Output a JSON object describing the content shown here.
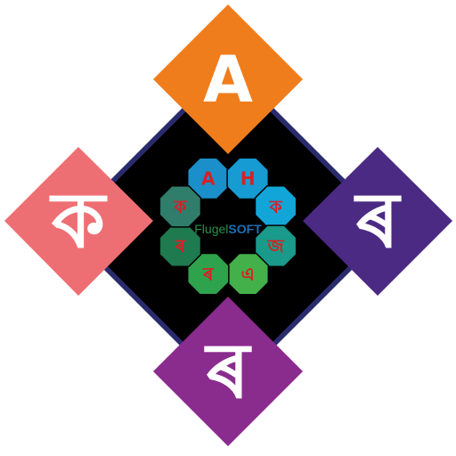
{
  "logo": {
    "top_letter": "A",
    "left_letter": "ক",
    "right_letter": "ৰ",
    "bottom_letter": "ৰ",
    "brand_name_part1": "Flugel",
    "brand_name_part2": "SOFT",
    "tiles": [
      {
        "letter": "A",
        "fill": "#1b8fc9",
        "text_color": "#d81f26"
      },
      {
        "letter": "H",
        "fill": "#169bd2",
        "text_color": "#d81f26"
      },
      {
        "letter": "ক",
        "fill": "#12a6d8",
        "text_color": "#d81f26"
      },
      {
        "letter": "জ",
        "fill": "#1a9a8a",
        "text_color": "#d81f26"
      },
      {
        "letter": "এ",
        "fill": "#43b04a",
        "text_color": "#d81f26"
      },
      {
        "letter": "ৰ",
        "fill": "#2ea24c",
        "text_color": "#d81f26"
      },
      {
        "letter": "ৰ",
        "fill": "#1f7a4f",
        "text_color": "#d81f26"
      },
      {
        "letter": "ক",
        "fill": "#2f7d6a",
        "text_color": "#d81f26"
      }
    ],
    "colors": {
      "top": "#f07d1c",
      "left": "#ee6f73",
      "right": "#4b2a83",
      "bottom": "#8a2b8e",
      "center": "#000000",
      "border": "#2a2a6e",
      "brand_green": "#2a8f4a",
      "brand_blue": "#1a6fb4"
    }
  }
}
